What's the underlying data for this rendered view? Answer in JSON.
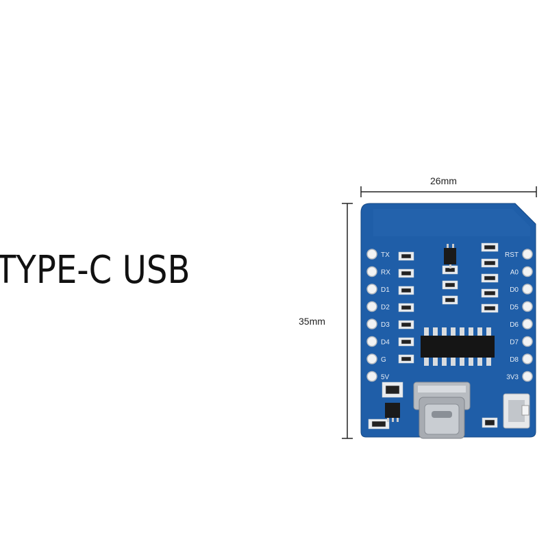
{
  "title": "TYPE-C USB",
  "dimensions": {
    "width": "26mm",
    "height": "35mm"
  },
  "pins_left": [
    "TX",
    "RX",
    "D1",
    "D2",
    "D3",
    "D4",
    "G",
    "5V"
  ],
  "pins_right": [
    "RST",
    "A0",
    "D0",
    "D5",
    "D6",
    "D7",
    "D8",
    "3V3"
  ],
  "colors": {
    "board": "#1f5ea8",
    "board_light": "#3a7cc6",
    "pad": "#e9ecef",
    "chip": "#1a1a1a",
    "background": "#ffffff"
  }
}
